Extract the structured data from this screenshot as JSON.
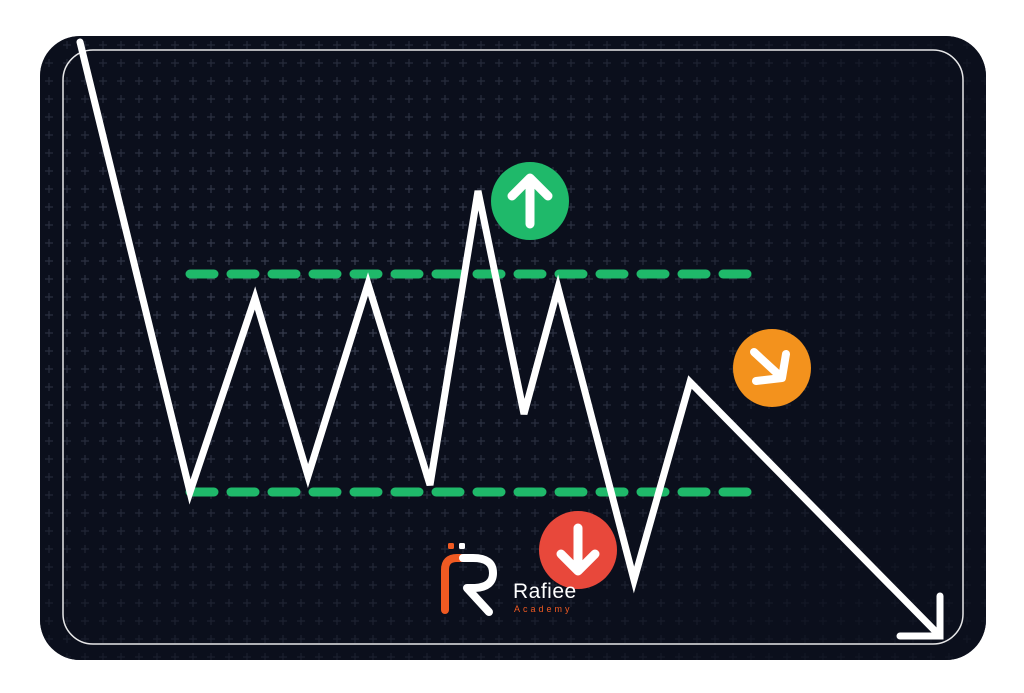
{
  "diagram": {
    "colors": {
      "background": "#0b0f1c",
      "grid_star": "#3a4052",
      "frame": "#ffffff",
      "price_line": "#ffffff",
      "range_lines": "#1fb96a",
      "breakout_up": "#1fb96a",
      "breakout_down": "#e8483b",
      "continuation": "#f3921d"
    },
    "markers": [
      {
        "name": "up-arrow-icon",
        "meaning": "up",
        "color": "#1fb96a"
      },
      {
        "name": "down-arrow-icon",
        "meaning": "down",
        "color": "#e8483b"
      },
      {
        "name": "right-down-arrow-icon",
        "meaning": "down-right",
        "color": "#f3921d"
      }
    ],
    "range_lines": [
      "resistance",
      "support"
    ]
  },
  "logo": {
    "name": "Rafiee",
    "subtitle": "Academy",
    "colors": {
      "mark_orange": "#f05a22",
      "mark_white": "#ffffff"
    }
  }
}
